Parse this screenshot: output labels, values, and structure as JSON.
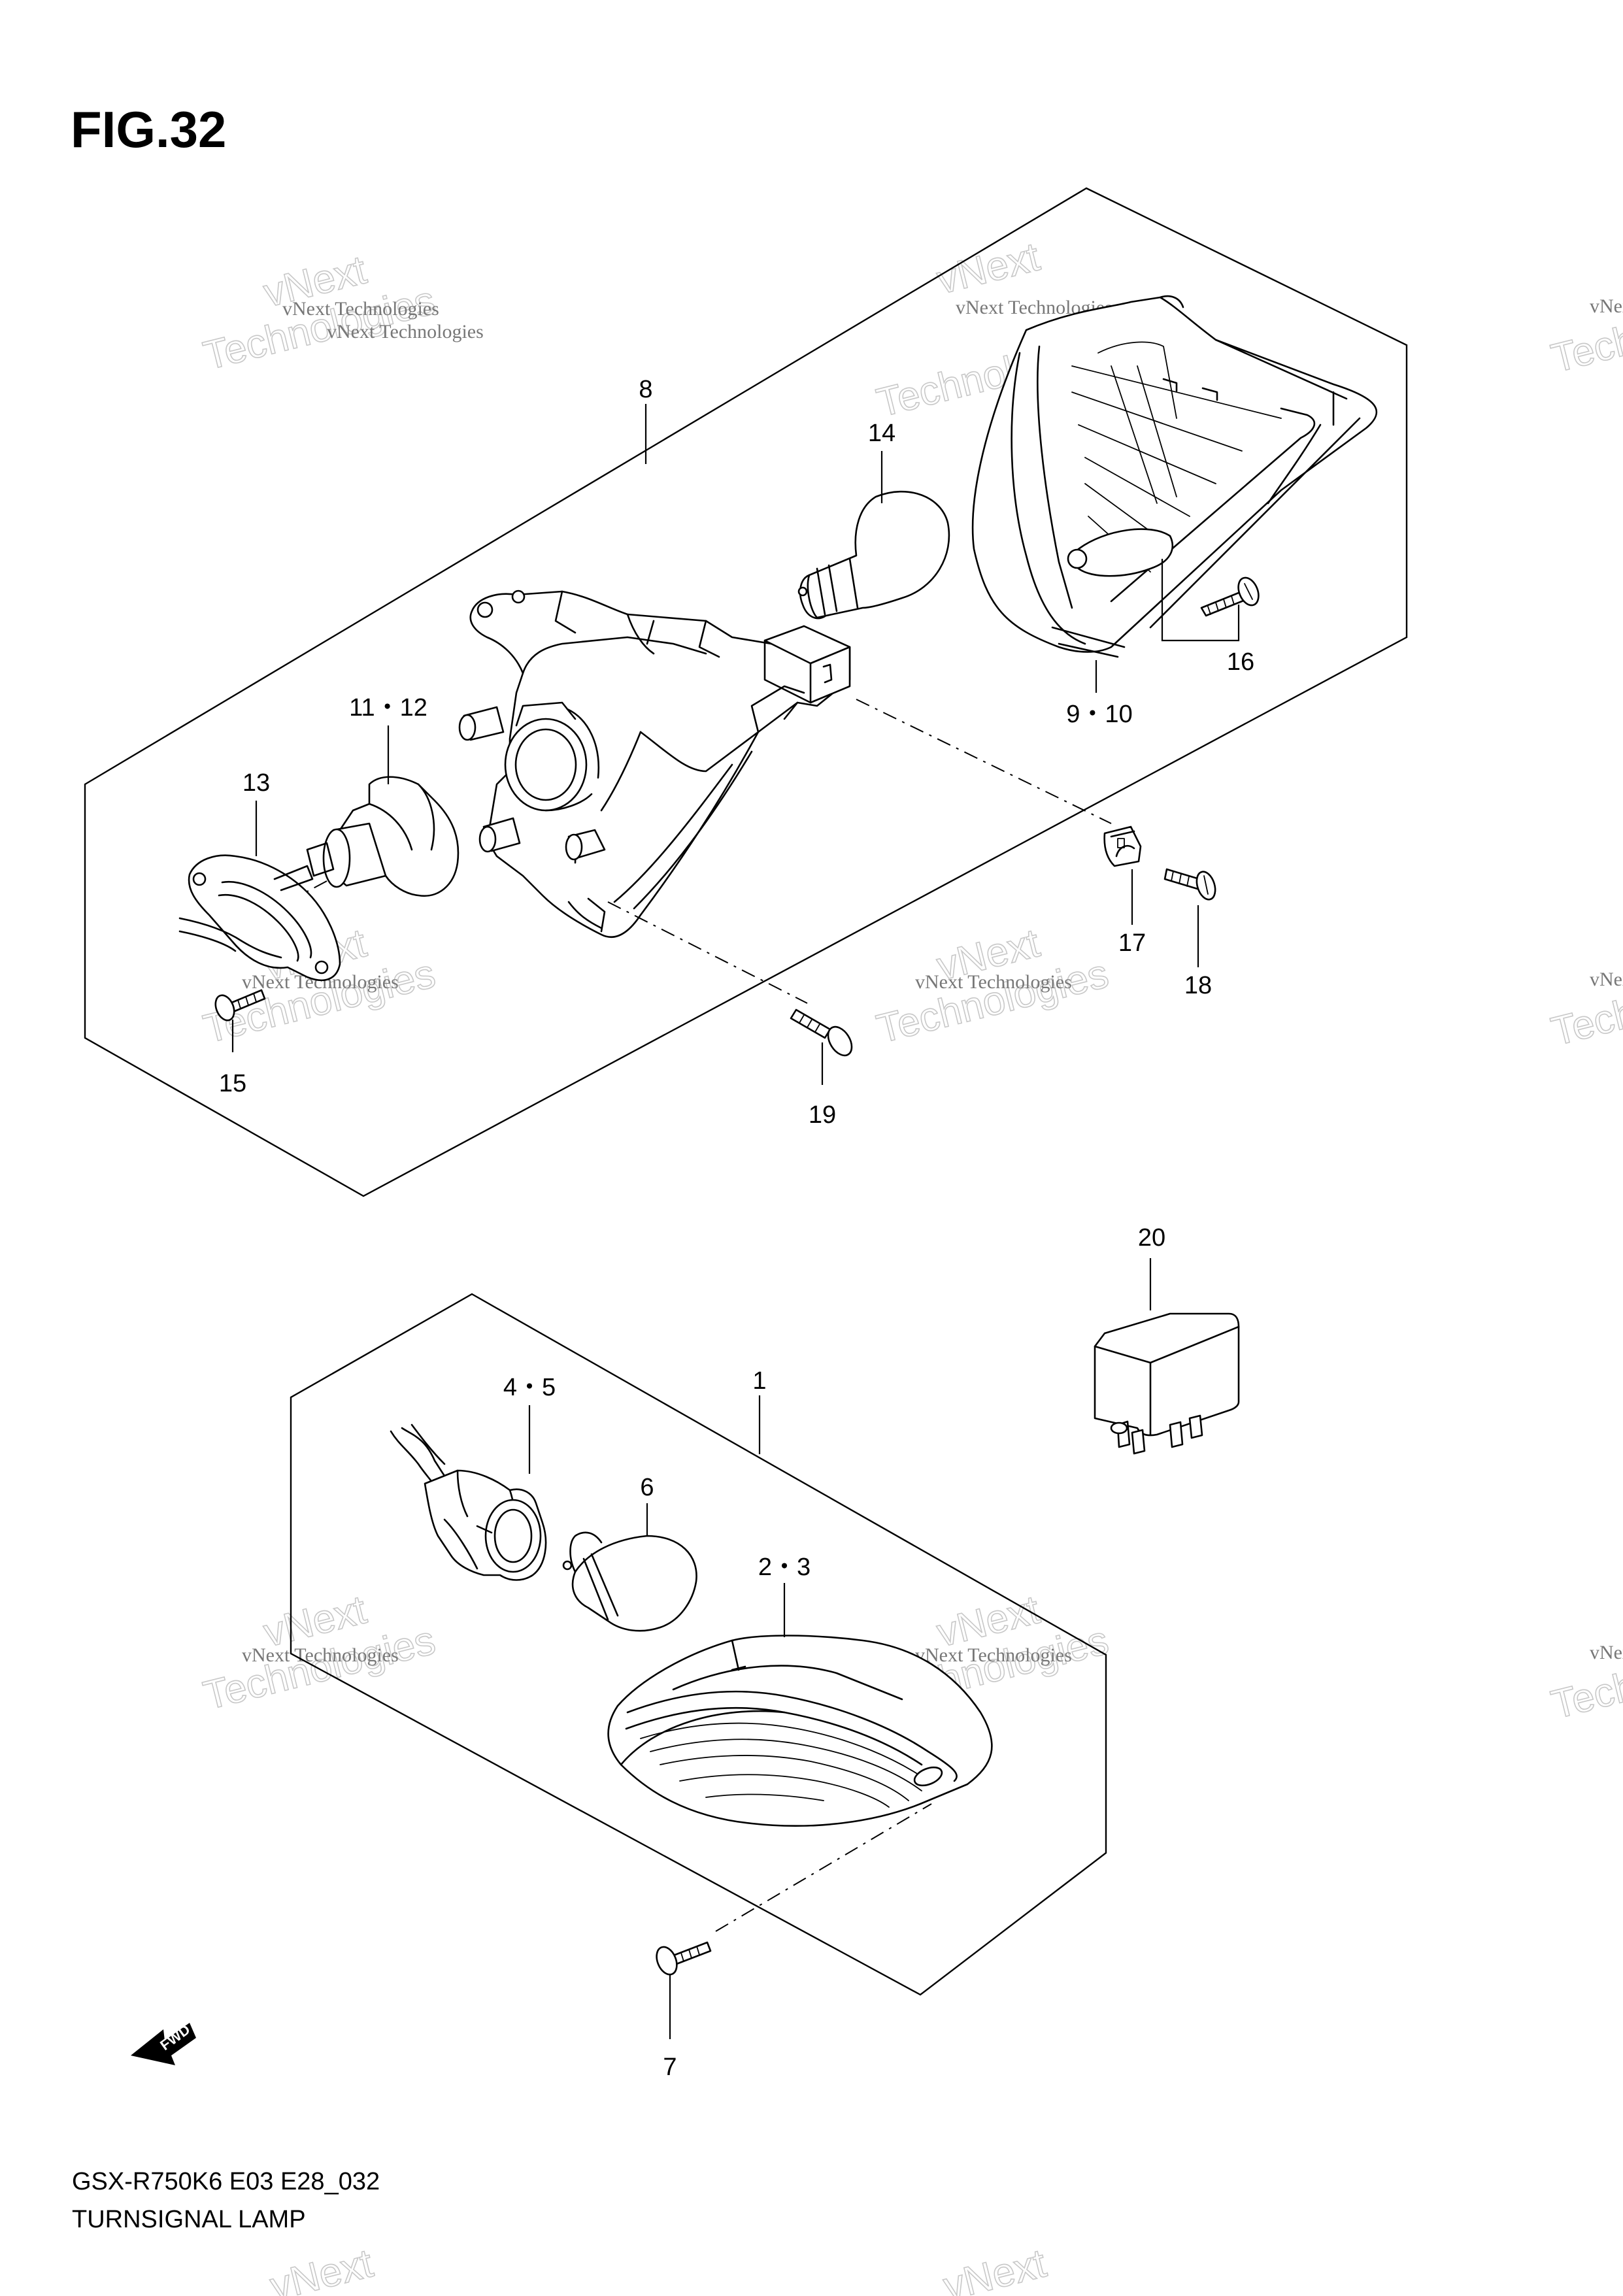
{
  "figure": {
    "title": "FIG.32"
  },
  "caption": {
    "model_code": "GSX-R750K6 E03 E28_032",
    "name": "TURNSIGNAL LAMP"
  },
  "watermark": {
    "line1": "vNext Technologies",
    "line2": "vNext",
    "line3": "Technologies"
  },
  "fwd_label": "FWD",
  "callouts": {
    "c1": "1",
    "c2_3": "2・3",
    "c4_5": "4・5",
    "c6": "6",
    "c7": "7",
    "c8": "8",
    "c9_10": "9・10",
    "c11_12": "11・12",
    "c13": "13",
    "c14": "14",
    "c15": "15",
    "c16": "16",
    "c17": "17",
    "c18": "18",
    "c19": "19",
    "c20": "20"
  }
}
